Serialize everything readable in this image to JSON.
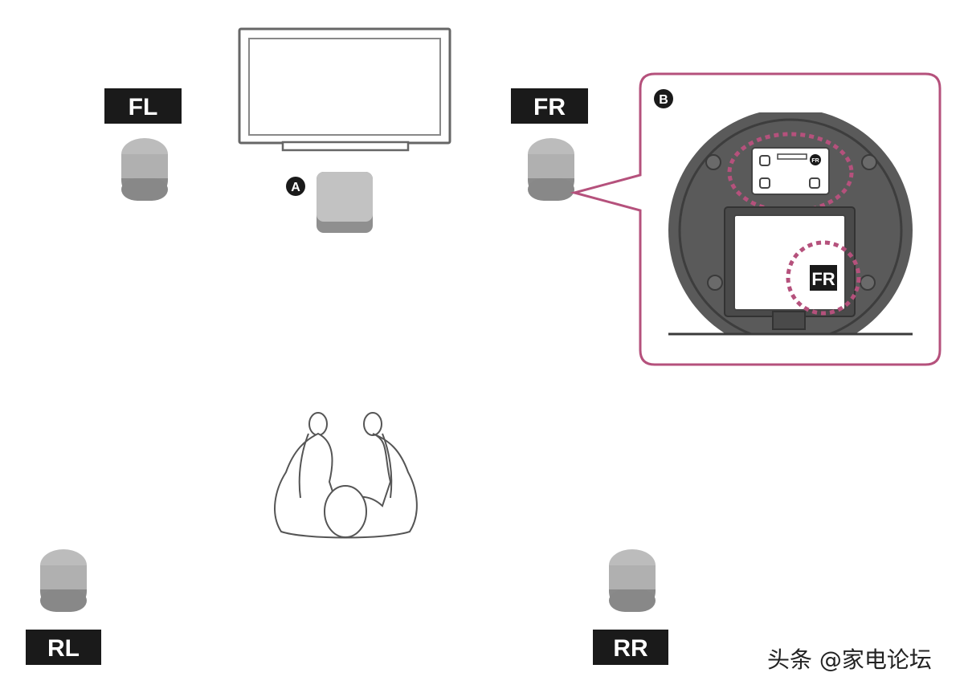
{
  "colors": {
    "accent": "#b5517c",
    "speaker_body": "#8a8a8a",
    "speaker_top": "#b9b9b9",
    "label_bg": "#1a1a1a",
    "label_text": "#ffffff",
    "line": "#555555"
  },
  "speakers": {
    "front_left": {
      "label": "FL"
    },
    "front_right": {
      "label": "FR"
    },
    "rear_left": {
      "label": "RL"
    },
    "rear_right": {
      "label": "RR"
    }
  },
  "callouts": {
    "a": {
      "letter": "A"
    },
    "b": {
      "letter": "B"
    }
  },
  "detail": {
    "tag_label": "FR",
    "small_tag_label": "FR"
  },
  "watermark": {
    "text": "头条 @家电论坛"
  }
}
